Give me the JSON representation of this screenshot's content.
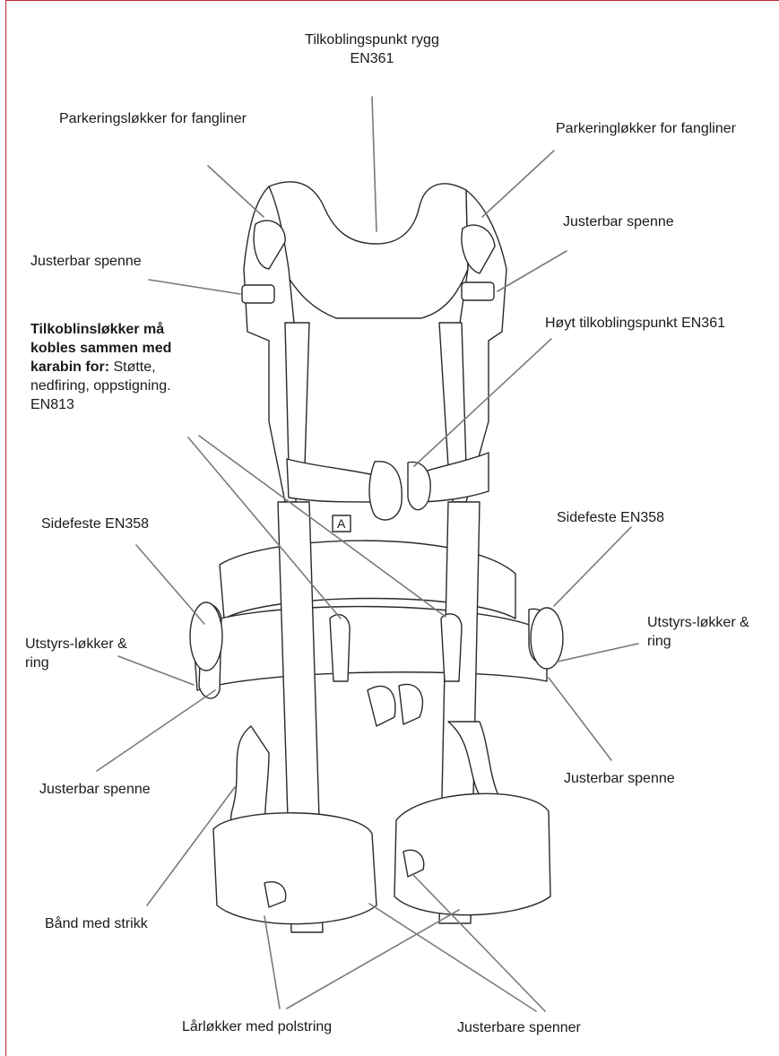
{
  "labels": {
    "back_attachment_line1": "Tilkoblingspunkt rygg",
    "back_attachment_line2": "EN361",
    "parking_loops_left": "Parkeringsløkker for fangliner",
    "parking_loops_right": "Parkeringløkker for fangliner",
    "adjustable_buckle_left_top": "Justerbar spenne",
    "adjustable_buckle_right_top": "Justerbar spenne",
    "high_attachment": "Høyt tilkoblingspunkt EN361",
    "connection_loops_bold_line1": "Tilkoblinsløkker må",
    "connection_loops_bold_line2": "kobles sammen med",
    "connection_loops_bold_line3": "karabin for:",
    "connection_loops_rest_line3": " Støtte,",
    "connection_loops_line4": "nedfiring, oppstigning.",
    "connection_loops_line5": "EN813",
    "side_attachment_left": "Sidefeste EN358",
    "side_attachment_right": "Sidefeste EN358",
    "gear_loops_left_line1": "Utstyrs-løkker &",
    "gear_loops_left_line2": "ring",
    "gear_loops_right_line1": "Utstyrs-løkker &",
    "gear_loops_right_line2": "ring",
    "adjustable_buckle_left_bottom": "Justerbar spenne",
    "adjustable_buckle_right_bottom": "Justerbar spenne",
    "elastic_strap": "Bånd med strikk",
    "leg_loops": "Lårløkker med polstring",
    "adjustable_buckles": "Justerbare spenner",
    "sternal_tag": "A"
  },
  "colors": {
    "frame": "#b5282e",
    "leader_line": "#7a7a7a",
    "outline": "#2a2a2a",
    "fill": "#ffffff"
  }
}
